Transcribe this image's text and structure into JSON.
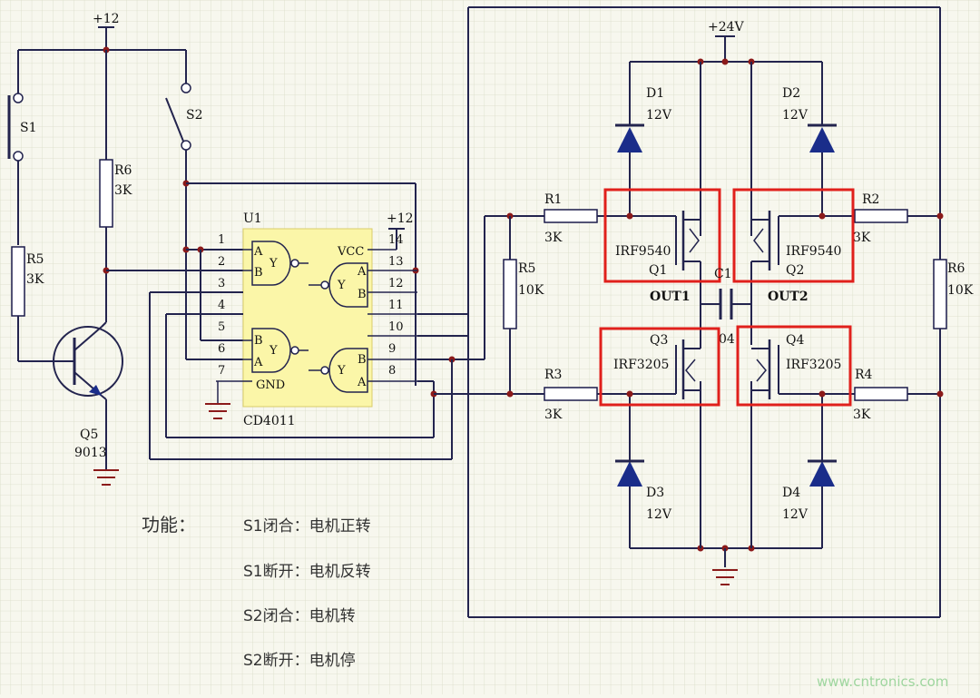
{
  "colors": {
    "background": "#f7f7ee",
    "wire": "#23244e",
    "highlight": "#e0201c",
    "chip": "#fbf6a8",
    "junction": "#8b1a1a",
    "diode": "#1a2d8a"
  },
  "rails": {
    "vcc12": "+12",
    "vcc24": "+24V",
    "chip_vcc": "+12"
  },
  "switches": {
    "s1": "S1",
    "s2": "S2"
  },
  "left_parts": {
    "r6_name": "R6",
    "r6_value": "3K",
    "r5_name": "R5",
    "r5_value": "3K",
    "q5_name": "Q5",
    "q5_part": "9013"
  },
  "chip": {
    "ref": "U1",
    "part": "CD4011",
    "vcc": "VCC",
    "gnd": "GND",
    "pins": [
      "1",
      "2",
      "3",
      "4",
      "5",
      "6",
      "7",
      "8",
      "9",
      "10",
      "11",
      "12",
      "13",
      "14"
    ],
    "gate_letters": {
      "a": "A",
      "b": "B",
      "y": "Y"
    }
  },
  "bridge": {
    "r1": {
      "name": "R1",
      "value": "3K"
    },
    "r2": {
      "name": "R2",
      "value": "3K"
    },
    "r3": {
      "name": "R3",
      "value": "3K"
    },
    "r4": {
      "name": "R4",
      "value": "3K"
    },
    "r5": {
      "name": "R5",
      "value": "10K"
    },
    "r6": {
      "name": "R6",
      "value": "10K"
    },
    "d1": {
      "name": "D1",
      "value": "12V"
    },
    "d2": {
      "name": "D2",
      "value": "12V"
    },
    "d3": {
      "name": "D3",
      "value": "12V"
    },
    "d4": {
      "name": "D4",
      "value": "12V"
    },
    "q1": {
      "name": "Q1",
      "part": "IRF9540"
    },
    "q2": {
      "name": "Q2",
      "part": "IRF9540"
    },
    "q3": {
      "name": "Q3",
      "part": "IRF3205"
    },
    "q4": {
      "name": "Q4",
      "part": "IRF3205"
    },
    "c1": {
      "name": "C1",
      "value": "04"
    },
    "out1": "OUT1",
    "out2": "OUT2"
  },
  "notes": {
    "title": "功能：",
    "lines": [
      "S1闭合：电机正转",
      "S1断开：电机反转",
      "S2闭合：电机转",
      "S2断开：电机停"
    ]
  },
  "watermark": "www.cntronics.com"
}
